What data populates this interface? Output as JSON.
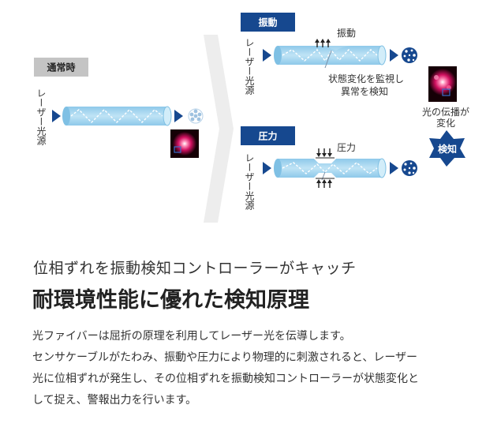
{
  "diagram": {
    "normal_tag": "通常時",
    "vibration_tag": "振動",
    "pressure_tag": "圧力",
    "laser_source": "レーザー光源",
    "vibration_label": "振動",
    "pressure_label": "圧力",
    "monitor_text_line1": "状態変化を監視し",
    "monitor_text_line2": "異常を検知",
    "light_change_line1": "光の伝播が",
    "light_change_line2": "変化",
    "detect_badge": "検知"
  },
  "content": {
    "subheading": "位相ずれを振動検知コントローラーがキャッチ",
    "heading": "耐環境性能に優れた検知原理",
    "body_lines": [
      "光ファイバーは屈折の原理を利用してレーザー光を伝導します。",
      "センサケーブルがたわみ、振動や圧力により物理的に刺激されると、レーザー",
      "光に位相ずれが発生し、その位相ずれを振動検知コントローラーが状態変化と",
      "して捉え、警報出力を行います。"
    ]
  },
  "colors": {
    "navy": "#16488f",
    "tube": "#aad7ef",
    "gray_tag": "#c4c4c4",
    "chevron": "#ededed"
  }
}
